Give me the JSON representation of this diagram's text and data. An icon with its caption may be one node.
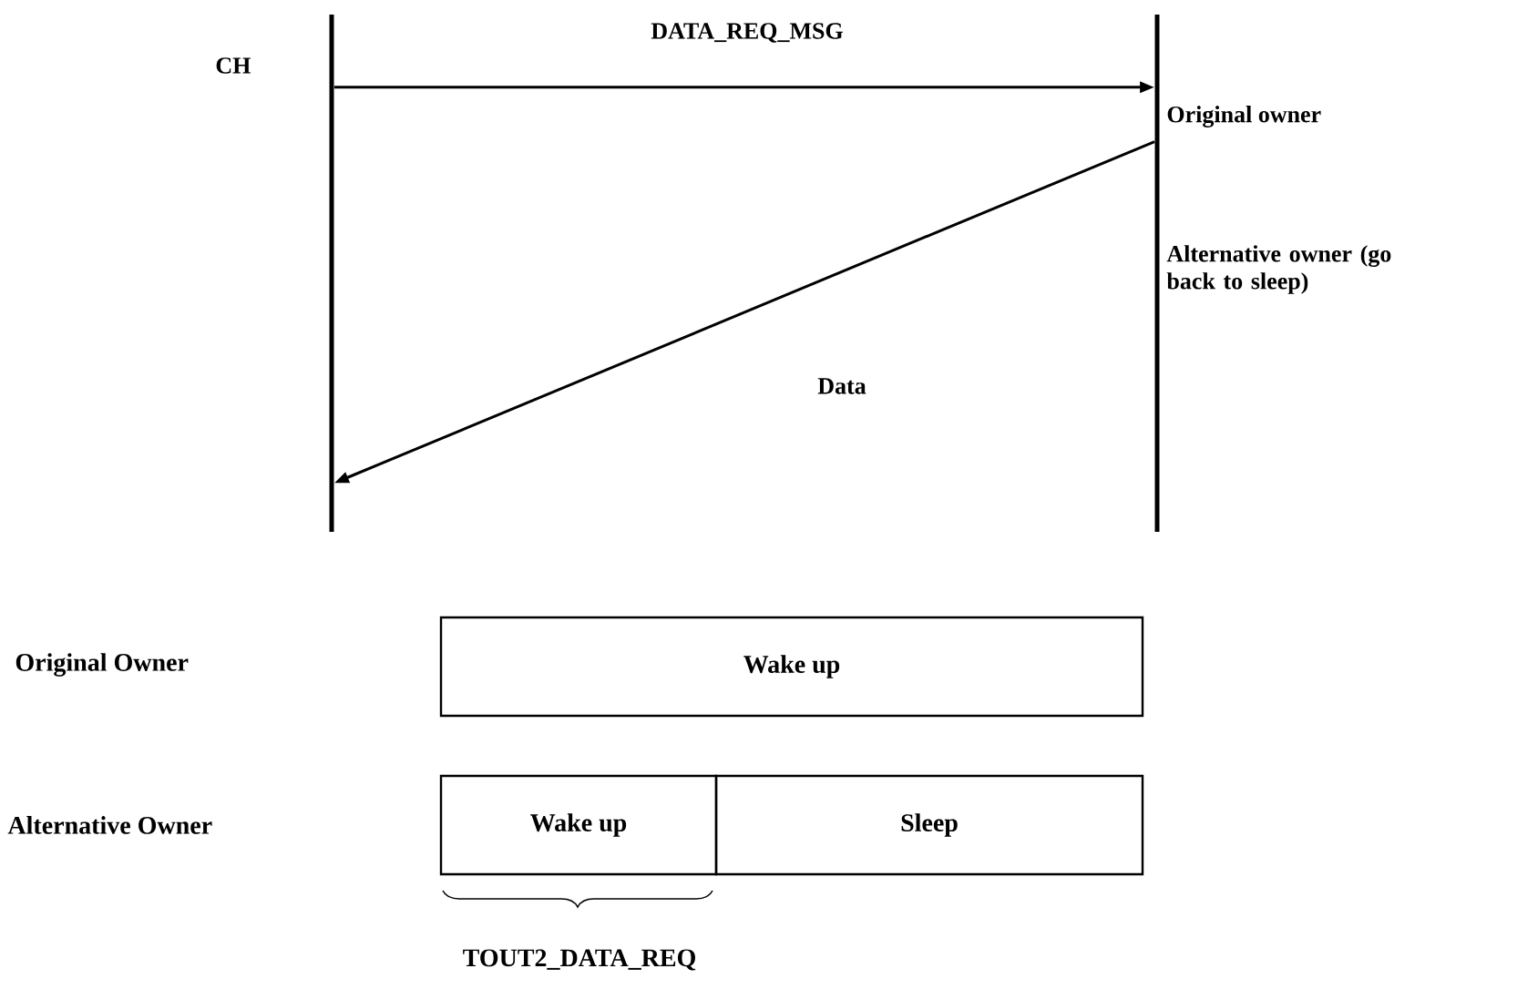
{
  "diagram": {
    "nodes": [
      {
        "text": [],
        "shape": "bar"
      },
      {
        "text": [],
        "shape": "bar"
      },
      {
        "text": [
          "Wake up"
        ]
      },
      {
        "text": [
          "Wake up"
        ]
      },
      {
        "text": [
          "Sleep"
        ]
      }
    ],
    "edges": [
      {
        "from": 0,
        "to": 1,
        "arrow": "to",
        "label": "DATA_REQ_MSG"
      },
      {
        "from": 1,
        "to": 0,
        "arrow": "to",
        "label": "Data"
      }
    ],
    "labels": [
      "CH",
      "Original owner",
      "Alternative owner (go back to sleep)",
      "Original Owner",
      "Alternative Owner",
      "TOUT2_DATA_REQ"
    ]
  }
}
